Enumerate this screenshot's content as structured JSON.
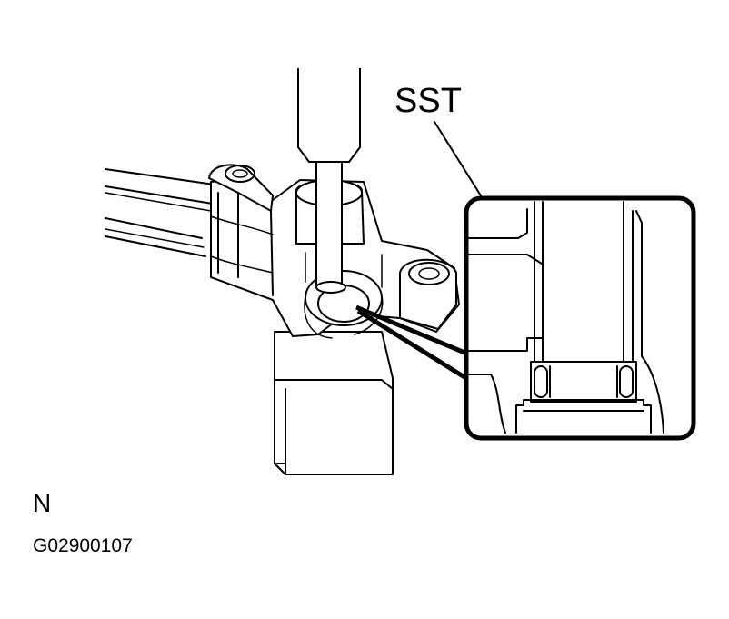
{
  "labels": {
    "tool": "SST",
    "view": "N",
    "figure_code": "G02900107"
  }
}
